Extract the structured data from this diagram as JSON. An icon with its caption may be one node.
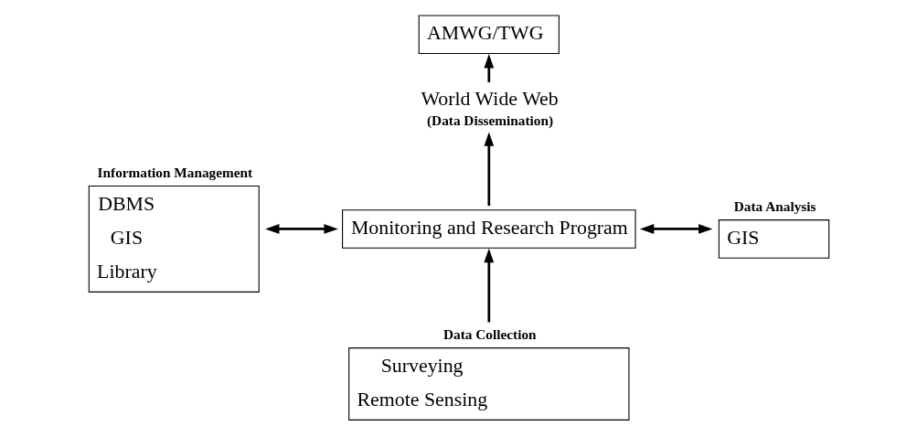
{
  "diagram": {
    "nodes": [
      {
        "text": [
          "AMWG/TWG"
        ]
      },
      {
        "text": [
          "World Wide Web",
          "(Data Dissemination)"
        ]
      },
      {
        "text": [
          "Information Management",
          "DBMS",
          "GIS",
          "Library"
        ]
      },
      {
        "text": [
          "Monitoring and Research Program"
        ]
      },
      {
        "text": [
          "Data Analysis",
          "GIS"
        ]
      },
      {
        "text": [
          "Data Collection",
          "Surveying",
          "Remote Sensing"
        ]
      }
    ],
    "edges": [
      {
        "from": 1,
        "to": 0,
        "arrow": "to"
      },
      {
        "from": 3,
        "to": 1,
        "arrow": "to"
      },
      {
        "from": 2,
        "to": 3,
        "arrow": "both"
      },
      {
        "from": 3,
        "to": 4,
        "arrow": "both"
      },
      {
        "from": 5,
        "to": 3,
        "arrow": "to"
      }
    ]
  }
}
